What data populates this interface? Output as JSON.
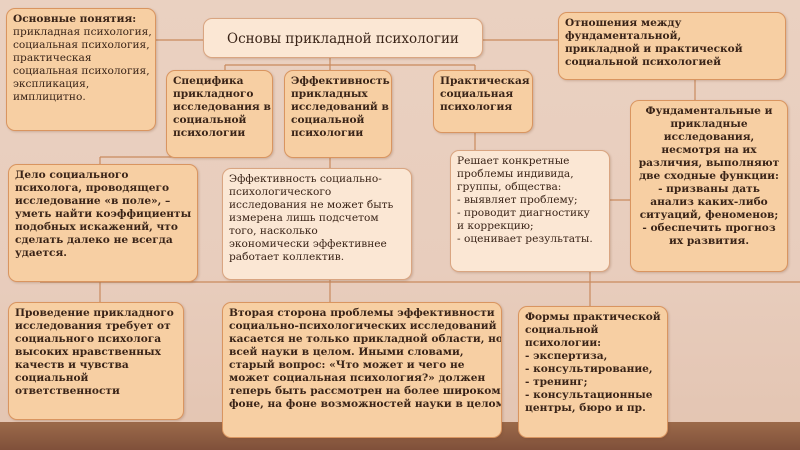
{
  "title": "Основы прикладной психологии",
  "basic_concepts": {
    "lines": [
      "Основные понятия:",
      "прикладная психология,",
      "социальная психология,",
      "практическая",
      "социальная психология,",
      "экспликация,",
      "имплицитно."
    ]
  },
  "relations": {
    "lines": [
      "Отношения между",
      "фундаментальной,",
      "прикладной и практической",
      "социальной психологией"
    ]
  },
  "specifics": {
    "lines": [
      "Специфика",
      "прикладного",
      "исследования в",
      "социальной",
      "психологии"
    ]
  },
  "efficiency": {
    "lines": [
      "Эффективность",
      "прикладных",
      "исследований в",
      "социальной",
      "психологии"
    ]
  },
  "practical": {
    "lines": [
      "Практическая",
      "социальная",
      "психология"
    ]
  },
  "fundamental": {
    "lines": [
      "Фундаментальные и",
      "прикладные",
      "исследования,",
      "несмотря на их",
      "различия, выполняют",
      "две сходные функции:",
      "- призваны дать",
      "анализ каких-либо",
      "ситуаций, феноменов;",
      "- обеспечить прогноз",
      "их развития."
    ]
  },
  "field_work": {
    "lines": [
      "Дело социального",
      "психолога, проводящего",
      "исследование «в поле», –",
      "уметь найти коэффициенты",
      "подобных искажений, что",
      "сделать далеко не всегда",
      "удается."
    ]
  },
  "efficiency_measure": {
    "lines": [
      "Эффективность социально-",
      "психологического",
      "исследования не может быть",
      "измерена лишь подсчетом",
      "того, насколько",
      "экономически эффективнее",
      "работает коллектив."
    ]
  },
  "solves": {
    "lines": [
      "Решает конкретные",
      "проблемы индивида,",
      "группы, общества:",
      "- выявляет проблему;",
      "- проводит диагностику",
      "и коррекцию;",
      "- оценивает результаты."
    ]
  },
  "moral": {
    "lines": [
      "Проведение прикладного",
      "исследования требует от",
      "социального психолога",
      "высоких нравственных",
      "качеств и чувства",
      "социальной",
      "ответственности"
    ]
  },
  "second_side": {
    "lines": [
      "Вторая сторона проблемы эффективности",
      "социально-психологических исследований",
      "касается не только прикладной области, но",
      "всей науки в целом. Иными словами,",
      "старый вопрос: «Что может и чего не",
      "может социальная психология?» должен",
      "теперь быть рассмотрен на более широком",
      "фоне, на фоне возможностей науки в целом."
    ]
  },
  "forms": {
    "lines": [
      "Формы практической",
      "социальной",
      "психологии:",
      "- экспертиза,",
      "- консультирование,",
      "- тренинг;",
      "- консультационные",
      "центры, бюро и пр."
    ]
  }
}
